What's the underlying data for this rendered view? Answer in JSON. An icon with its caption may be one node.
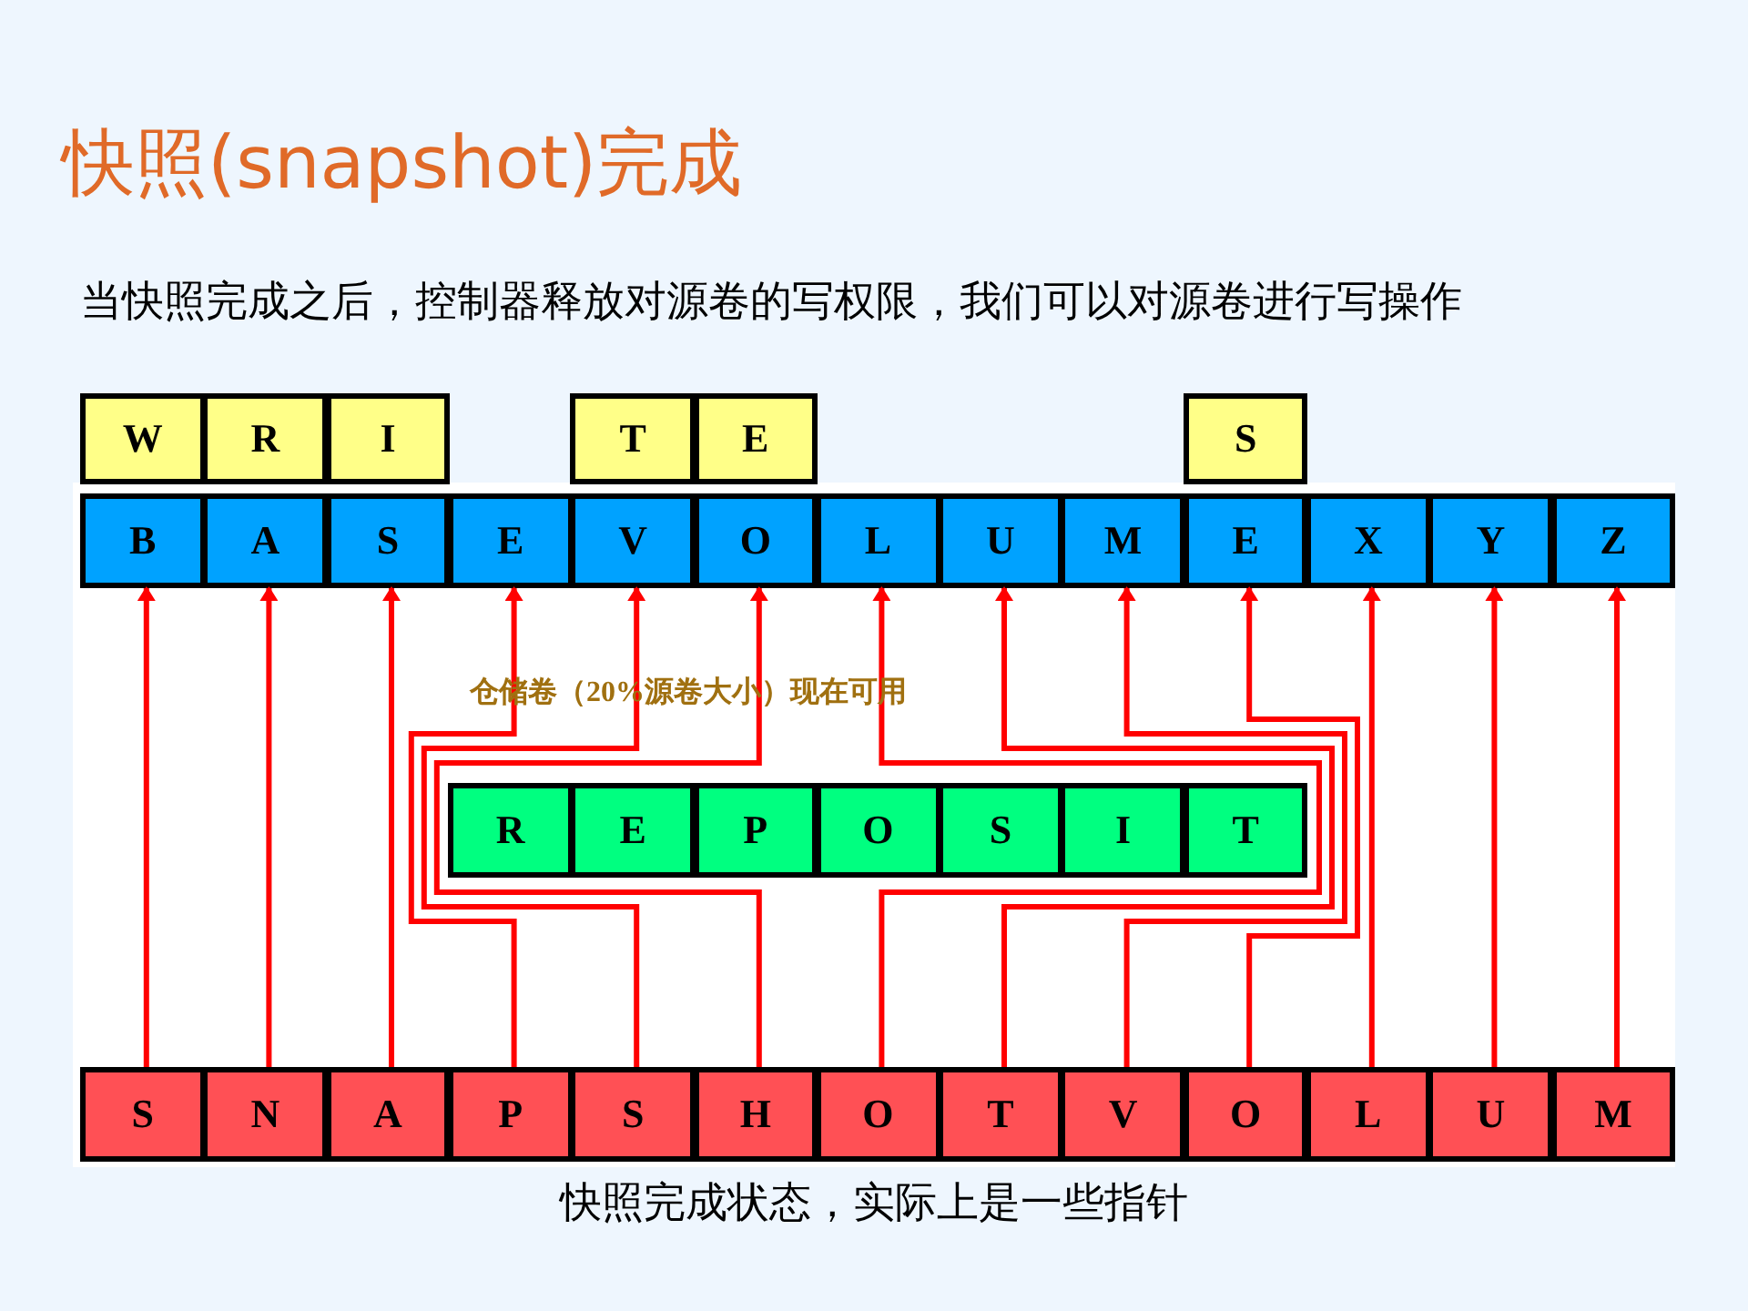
{
  "diagram": {
    "title": "快照(snapshot)完成",
    "caption": "快照完成状态，实际上是一些指针",
    "nodes": [
      {
        "text": [
          "W"
        ]
      },
      {
        "text": [
          "R"
        ]
      },
      {
        "text": [
          "I"
        ]
      },
      {
        "text": [
          "T"
        ]
      },
      {
        "text": [
          "E"
        ]
      },
      {
        "text": [
          "S"
        ]
      },
      {
        "text": [
          "B"
        ]
      },
      {
        "text": [
          "A"
        ]
      },
      {
        "text": [
          "S"
        ]
      },
      {
        "text": [
          "E"
        ]
      },
      {
        "text": [
          "V"
        ]
      },
      {
        "text": [
          "O"
        ]
      },
      {
        "text": [
          "L"
        ]
      },
      {
        "text": [
          "U"
        ]
      },
      {
        "text": [
          "M"
        ]
      },
      {
        "text": [
          "E"
        ]
      },
      {
        "text": [
          "X"
        ]
      },
      {
        "text": [
          "Y"
        ]
      },
      {
        "text": [
          "Z"
        ]
      },
      {
        "text": [
          "R"
        ]
      },
      {
        "text": [
          "E"
        ]
      },
      {
        "text": [
          "P"
        ]
      },
      {
        "text": [
          "O"
        ]
      },
      {
        "text": [
          "S"
        ]
      },
      {
        "text": [
          "I"
        ]
      },
      {
        "text": [
          "T"
        ]
      },
      {
        "text": [
          "S"
        ]
      },
      {
        "text": [
          "N"
        ]
      },
      {
        "text": [
          "A"
        ]
      },
      {
        "text": [
          "P"
        ]
      },
      {
        "text": [
          "S"
        ]
      },
      {
        "text": [
          "H"
        ]
      },
      {
        "text": [
          "O"
        ]
      },
      {
        "text": [
          "T"
        ]
      },
      {
        "text": [
          "V"
        ]
      },
      {
        "text": [
          "O"
        ]
      },
      {
        "text": [
          "L"
        ]
      },
      {
        "text": [
          "U"
        ]
      },
      {
        "text": [
          "M"
        ]
      }
    ],
    "edges": [
      {
        "from": 26,
        "to": 6,
        "arrow": "to"
      },
      {
        "from": 27,
        "to": 7,
        "arrow": "to"
      },
      {
        "from": 28,
        "to": 8,
        "arrow": "to"
      },
      {
        "from": 29,
        "to": 9,
        "arrow": "to"
      },
      {
        "from": 30,
        "to": 10,
        "arrow": "to"
      },
      {
        "from": 31,
        "to": 11,
        "arrow": "to"
      },
      {
        "from": 32,
        "to": 12,
        "arrow": "to"
      },
      {
        "from": 33,
        "to": 13,
        "arrow": "to"
      },
      {
        "from": 34,
        "to": 14,
        "arrow": "to"
      },
      {
        "from": 35,
        "to": 15,
        "arrow": "to"
      },
      {
        "from": 36,
        "to": 16,
        "arrow": "to"
      },
      {
        "from": 37,
        "to": 17,
        "arrow": "to"
      },
      {
        "from": 38,
        "to": 18,
        "arrow": "to"
      }
    ],
    "labels": [
      "当快照完成之后，控制器释放对源卷的写权限，我们可以对源卷进行写操作",
      "仓储卷（20%源卷大小）现在可用"
    ]
  }
}
